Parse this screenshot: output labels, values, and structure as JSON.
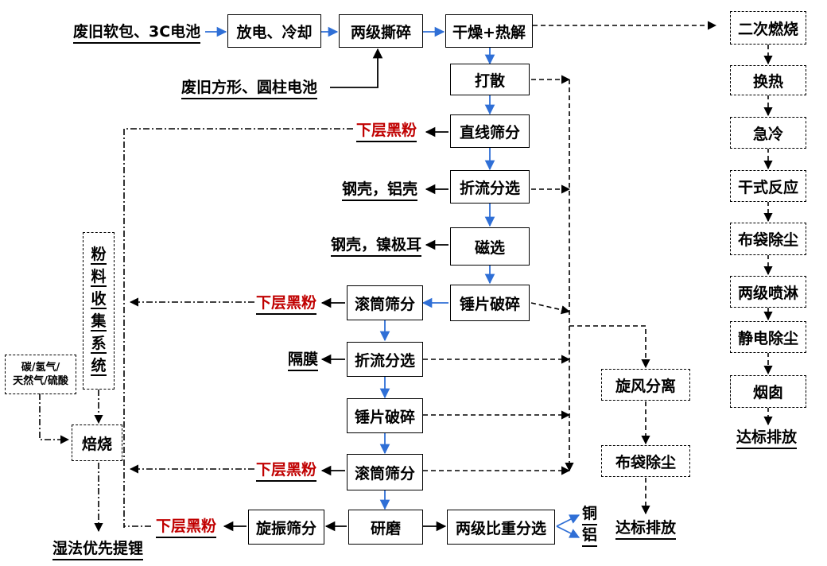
{
  "inputs": {
    "pouch": "废旧软包、3C电池",
    "prismatic": "废旧方形、圆柱电池"
  },
  "main_flow": {
    "discharge": "放电、冷却",
    "shred": "两级撕碎",
    "dry_pyrolysis": "干燥+热解",
    "disperse": "打散",
    "linear_screen": "直线筛分",
    "zigzag_1": "折流分选",
    "magnetic": "磁选",
    "hammer_1": "锤片破碎",
    "drum_1": "滚筒筛分",
    "zigzag_2": "折流分选",
    "hammer_2": "锤片破碎",
    "drum_2": "滚筒筛分",
    "grind": "研磨",
    "vibrating": "旋振筛分",
    "gravity": "两级比重分选"
  },
  "outputs": {
    "black_powder_1": "下层黑粉",
    "shells": "钢壳，铝壳",
    "shells_tabs": "钢壳，镍极耳",
    "black_powder_2": "下层黑粉",
    "separator": "隔膜",
    "black_powder_3": "下层黑粉",
    "black_powder_4": "下层黑粉",
    "copper": "铜",
    "aluminum": "铝"
  },
  "powder_branch": {
    "collection_chars": [
      "粉",
      "料",
      "收",
      "集",
      "系",
      "统"
    ],
    "reagents_line1": "碳/氢气/",
    "reagents_line2": "天然气/硫酸",
    "roasting": "焙烧",
    "wet_process": "湿法优先提锂"
  },
  "gas_treatment": {
    "secondary_combustion": "二次燃烧",
    "heat_exchange": "换热",
    "quench": "急冷",
    "dry_reaction": "干式反应",
    "bag_filter": "布袋除尘",
    "two_stage_spray": "两级喷淋",
    "electrostatic": "静电除尘",
    "chimney": "烟囱",
    "discharge": "达标排放"
  },
  "dust_treatment": {
    "cyclone": "旋风分离",
    "bag_filter": "布袋除尘",
    "discharge": "达标排放"
  },
  "colors": {
    "process_arrow": "#2f6fd6",
    "highlight_text": "#c00000",
    "line": "#000000"
  }
}
